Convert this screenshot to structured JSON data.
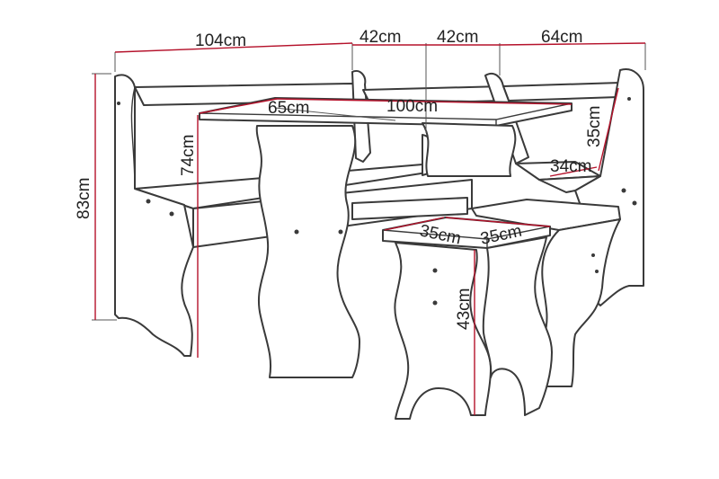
{
  "colors": {
    "outline": "#3a3a3a",
    "dimension_line": "#b5122b",
    "text": "#222222",
    "background": "#ffffff"
  },
  "dimensions": {
    "bench_width": "104cm",
    "corner_left": "42cm",
    "corner_right": "42cm",
    "bench_side_width": "64cm",
    "total_height": "83cm",
    "table_height": "74cm",
    "table_depth": "65cm",
    "table_width": "100cm",
    "backrest_height": "35cm",
    "seat_depth": "34cm",
    "stool_depth": "35cm",
    "stool_width": "35cm",
    "stool_height": "43cm"
  }
}
